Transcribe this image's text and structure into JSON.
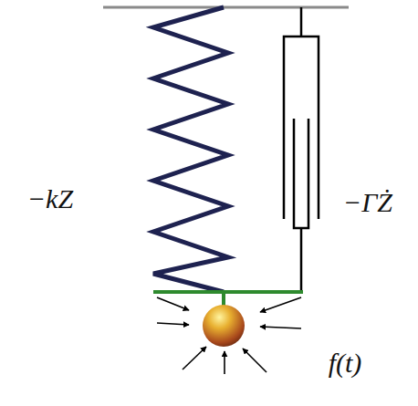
{
  "diagram": {
    "labels": [
      "−kZ",
      "−ΓŻ",
      "f(t)"
    ]
  }
}
